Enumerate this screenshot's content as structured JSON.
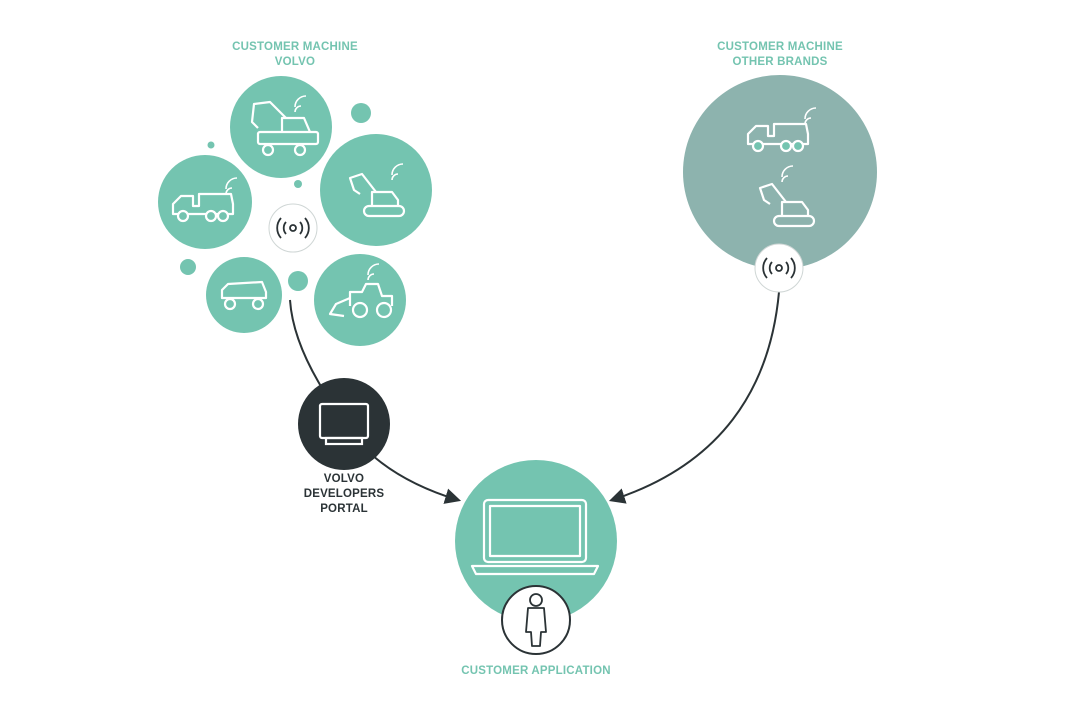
{
  "labels": {
    "volvo_line1": "CUSTOMER MACHINE",
    "volvo_line2": "VOLVO",
    "other_line1": "CUSTOMER MACHINE",
    "other_line2": "OTHER BRANDS",
    "portal_line1": "VOLVO",
    "portal_line2": "DEVELOPERS",
    "portal_line3": "PORTAL",
    "application": "CUSTOMER APPLICATION"
  },
  "colors": {
    "teal": "#74c4b0",
    "grey_teal": "#8db3ae",
    "dark": "#2b3336",
    "line": "#2b3336"
  },
  "icons": {
    "volvo_machines": [
      "excavator-wheeled-icon",
      "articulated-hauler-icon",
      "crawler-excavator-icon",
      "dump-truck-icon",
      "wheel-loader-icon"
    ],
    "other_machines": [
      "articulated-hauler-icon",
      "crawler-excavator-icon"
    ],
    "portal": "monitor-icon",
    "application": [
      "laptop-icon",
      "person-icon"
    ],
    "signal": "wireless-signal-icon"
  }
}
